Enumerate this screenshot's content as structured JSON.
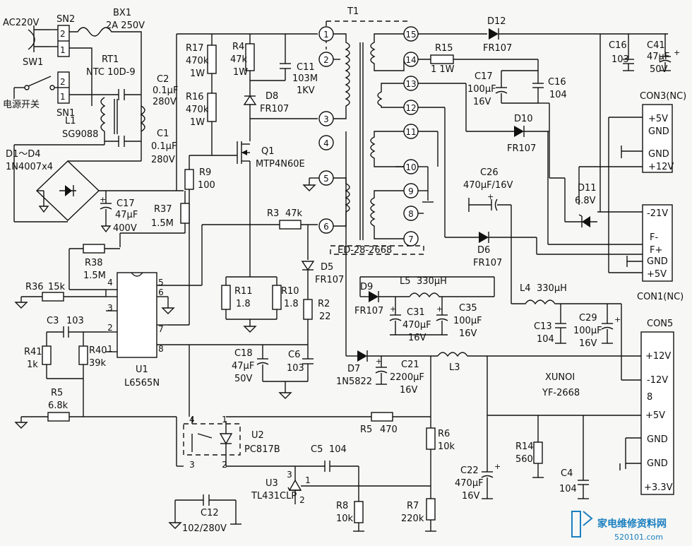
{
  "mains": {
    "ac": "AC220V",
    "sn2": "SN2",
    "sn1": "SN1",
    "sw1": "SW1",
    "switch": "电源开关",
    "sn_pin2": "2",
    "sn_pin1": "1"
  },
  "fuse": {
    "ref": "BX1",
    "value": "2A  250V"
  },
  "ntc": {
    "ref": "RT1",
    "value": "NTC  10D-9"
  },
  "l1": {
    "ref": "L1",
    "value": "SG9088"
  },
  "c2": {
    "ref": "C2",
    "v1": "0.1μF",
    "v2": "280V"
  },
  "c1": {
    "ref": "C1",
    "v1": "0.1μF",
    "v2": "280V"
  },
  "bridge": {
    "ref": "D1～D4",
    "value": "1N4007x4"
  },
  "c17a": {
    "ref": "C17",
    "v1": "47μF",
    "v2": "400V"
  },
  "r17": {
    "ref": "R17",
    "v1": "470k",
    "v2": "1W"
  },
  "r16": {
    "ref": "R16",
    "v1": "470k",
    "v2": "1W"
  },
  "r4": {
    "ref": "R4",
    "v1": "47k",
    "v2": "1W"
  },
  "c11": {
    "ref": "C11",
    "v1": "103M",
    "v2": "1KV"
  },
  "d8": {
    "ref": "D8",
    "value": "FR107"
  },
  "q1": {
    "ref": "Q1",
    "value": "MTP4N60E"
  },
  "r9": {
    "ref": "R9",
    "value": "100"
  },
  "r37": {
    "ref": "R37",
    "value": "1.5M"
  },
  "r3": {
    "ref": "R3",
    "value": "47k"
  },
  "r38": {
    "ref": "R38",
    "value": "1.5M"
  },
  "r36": {
    "ref": "R36",
    "value": "15k"
  },
  "c3": {
    "ref": "C3",
    "value": "103"
  },
  "r41": {
    "ref": "R41",
    "value": "1k"
  },
  "r40": {
    "ref": "R40",
    "value": "39k"
  },
  "u1": {
    "ref": "U1",
    "value": "L6565N",
    "pins": [
      "4",
      "3",
      "2",
      "1",
      "5",
      "6",
      "7",
      "8"
    ]
  },
  "r5": {
    "ref": "R5",
    "value": "6.8k"
  },
  "r11": {
    "ref": "R11",
    "value": "1.8"
  },
  "r10": {
    "ref": "R10",
    "value": "1.8"
  },
  "d5": {
    "ref": "D5",
    "value": "FR107"
  },
  "r2": {
    "ref": "R2",
    "value": "22"
  },
  "c18": {
    "ref": "C18",
    "v1": "47μF",
    "v2": "50V"
  },
  "c6": {
    "ref": "C6",
    "value": "103"
  },
  "u2": {
    "ref": "U2",
    "value": "PC817B",
    "pins": [
      "4",
      "1",
      "3",
      "2"
    ]
  },
  "r5b": {
    "ref": "R5",
    "value": "470"
  },
  "c5": {
    "ref": "C5",
    "value": "104"
  },
  "u3": {
    "ref": "U3",
    "value": "TL431CLP",
    "pins": [
      "3",
      "1",
      "2"
    ]
  },
  "c12": {
    "ref": "C12",
    "value": "102/280V"
  },
  "r8": {
    "ref": "R8",
    "value": "10k"
  },
  "r7": {
    "ref": "R7",
    "value": "220k"
  },
  "r6": {
    "ref": "R6",
    "value": "10k"
  },
  "t1": {
    "ref": "T1",
    "core": "ED-28-2668",
    "pins": [
      "1",
      "2",
      "3",
      "4",
      "5",
      "6",
      "15",
      "14",
      "13",
      "12",
      "11",
      "10",
      "9",
      "8",
      "7"
    ]
  },
  "d12": {
    "ref": "D12",
    "value": "FR107"
  },
  "r15": {
    "ref": "R15",
    "value": "1  1W"
  },
  "c17b": {
    "ref": "C17",
    "v1": "100μF",
    "v2": "16V"
  },
  "c16a": {
    "ref": "C16",
    "value": "104"
  },
  "d10": {
    "ref": "D10",
    "value": "FR107"
  },
  "c26": {
    "ref": "C26",
    "value": "470μF/16V"
  },
  "d11": {
    "ref": "D11",
    "value": "6.8V"
  },
  "d6": {
    "ref": "D6",
    "value": "FR107"
  },
  "c16b": {
    "ref": "C16",
    "value": "103"
  },
  "c41": {
    "ref": "C41",
    "v1": "47μF",
    "v2": "50V"
  },
  "con3": {
    "title": "CON3(NC)",
    "pins": [
      "+5V",
      "GND",
      "GND",
      "+12V"
    ]
  },
  "con1": {
    "title": "CON1(NC)",
    "pins": [
      "-21V",
      "F-",
      "F+",
      "GND",
      "+5V"
    ]
  },
  "con5": {
    "title": "CON5",
    "pins": [
      "+12V",
      "-12V",
      "8",
      "+5V",
      "GND",
      "GND",
      "+3.3V"
    ]
  },
  "d9": {
    "ref": "D9",
    "value": "FR107"
  },
  "l5": {
    "ref": "L5",
    "value": "330μH"
  },
  "c31": {
    "ref": "C31",
    "v1": "470μF",
    "v2": "16V"
  },
  "c35": {
    "ref": "C35",
    "v1": "100μF",
    "v2": "16V"
  },
  "l4": {
    "ref": "L4",
    "value": "330μH"
  },
  "c13": {
    "ref": "C13",
    "value": "104"
  },
  "c29": {
    "ref": "C29",
    "v1": "100μF",
    "v2": "16V"
  },
  "d7": {
    "ref": "D7",
    "value": "1N5822"
  },
  "c21": {
    "ref": "C21",
    "v1": "2200μF",
    "v2": "16V"
  },
  "l3": {
    "ref": "L3"
  },
  "board": {
    "brand": "XUNOI",
    "model": "YF-2668"
  },
  "r14": {
    "ref": "R14",
    "value": "560"
  },
  "c4": {
    "ref": "C4",
    "value": "104"
  },
  "c22": {
    "ref": "C22",
    "v1": "470μF",
    "v2": "16V"
  },
  "watermark": {
    "text": "家电维修资料网",
    "url": "520101.com"
  }
}
